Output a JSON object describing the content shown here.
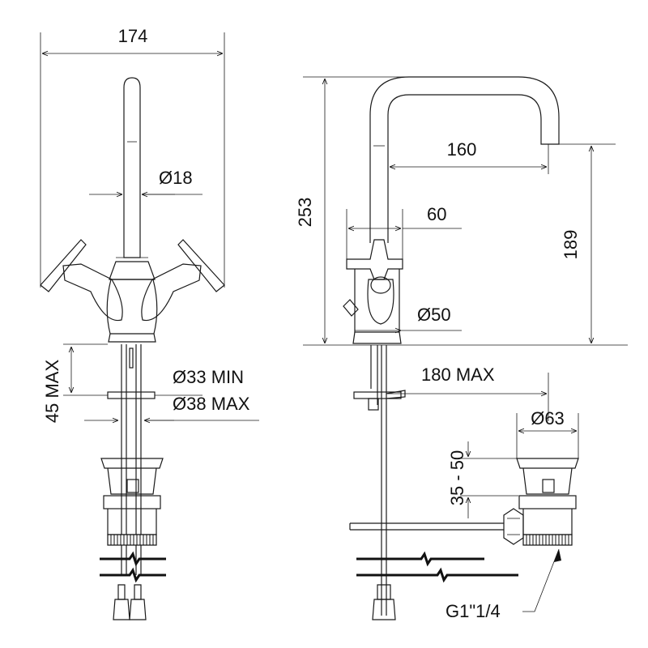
{
  "dimensions": {
    "overall_width": "174",
    "spout_diameter": "Ø18",
    "height_max_base": "45 MAX",
    "hole_min": "Ø33 MIN",
    "hole_max": "Ø38 MAX",
    "total_height": "253",
    "spout_reach": "160",
    "base_depth": "60",
    "spout_height": "189",
    "base_diameter": "Ø50",
    "pop_up_reach": "180 MAX",
    "waste_diameter": "Ø63",
    "waste_range": "35 - 50",
    "waste_thread": "G1\"1/4"
  }
}
